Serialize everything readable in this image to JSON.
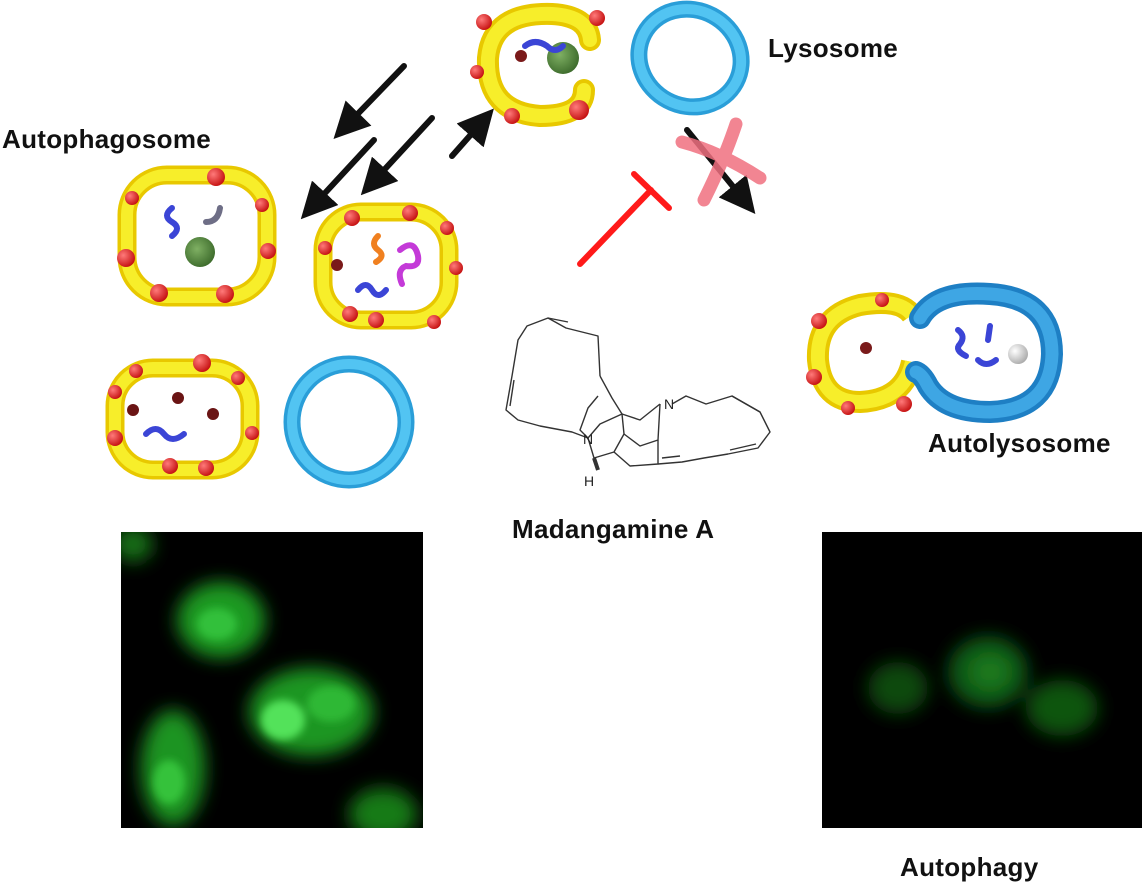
{
  "labels": {
    "autophagosome": "Autophagosome",
    "lysosome": "Lysosome",
    "autolysosome": "Autolysosome",
    "compound": "Madangamine A",
    "autophagy": "Autophagy"
  },
  "structure": {
    "atom_n1": "N",
    "atom_n2": "N",
    "atom_h": "H"
  },
  "icons": {
    "block": "cross-mark-icon",
    "inhibit": "inhibition-t-bar-icon"
  },
  "colors": {
    "membrane": "#f2e600",
    "protein_dot": "#e31b1b",
    "lysosome": "#3cb4e6",
    "inhibit": "#ff1a1a",
    "cross": "#f06470",
    "fluorescence": "#27b62a"
  }
}
